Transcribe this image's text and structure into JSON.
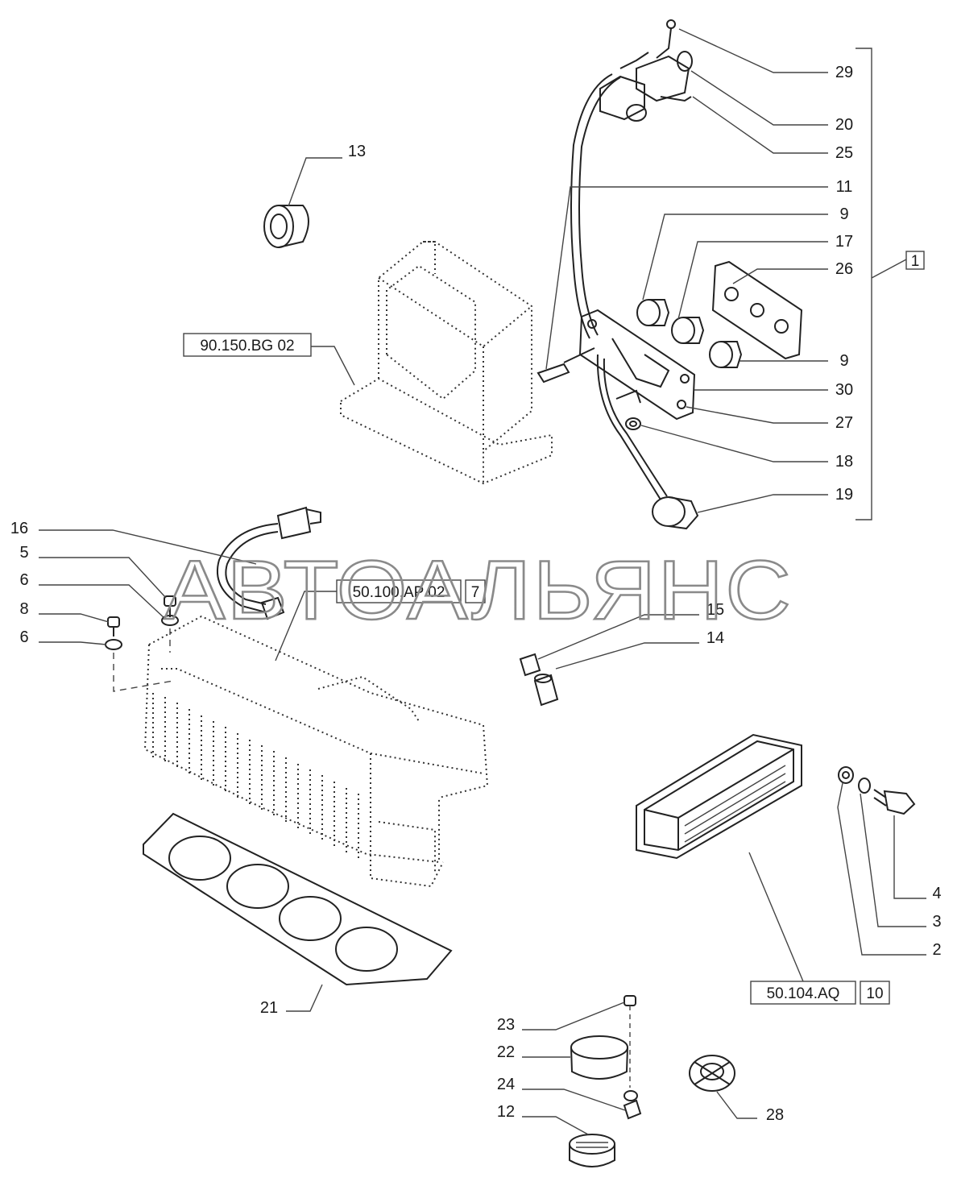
{
  "watermark": "АВТОАЛЬЯНС",
  "callouts": {
    "c29": "29",
    "c20": "20",
    "c25": "25",
    "c11": "11",
    "c9a": "9",
    "c17": "17",
    "c26": "26",
    "c9b": "9",
    "c30": "30",
    "c27": "27",
    "c18": "18",
    "c19": "19",
    "c13": "13",
    "c16": "16",
    "c5": "5",
    "c6a": "6",
    "c8": "8",
    "c6b": "6",
    "c15": "15",
    "c14": "14",
    "c4": "4",
    "c3": "3",
    "c2": "2",
    "c21": "21",
    "c23": "23",
    "c22": "22",
    "c24": "24",
    "c12": "12",
    "c28": "28"
  },
  "group_ref": "1",
  "refs": {
    "r1": {
      "code": "90.150.BG 02",
      "num": ""
    },
    "r2": {
      "code": "50.100.AP 02",
      "num": "7"
    },
    "r3": {
      "code": "50.104.AQ",
      "num": "10"
    }
  }
}
